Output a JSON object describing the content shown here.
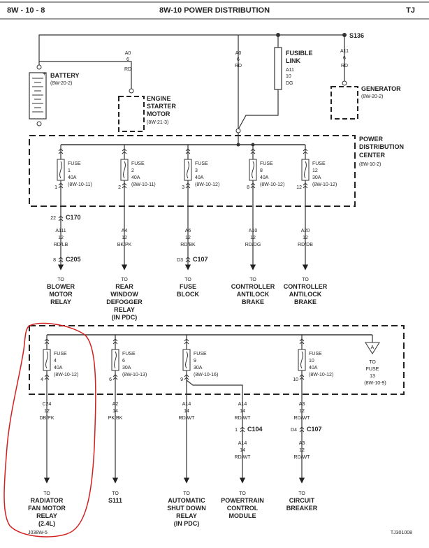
{
  "header": {
    "left": "8W - 10 - 8",
    "center": "8W-10 POWER DISTRIBUTION",
    "right": "TJ"
  },
  "footer": {
    "left": "J038W-5",
    "right": "TJ301008"
  },
  "battery": {
    "label": "BATTERY",
    "ref": "(8W-20-2)"
  },
  "starter": {
    "l1": "ENGINE",
    "l2": "STARTER",
    "l3": "MOTOR",
    "ref": "(8W-21-3)",
    "w1": "A0",
    "w2": "6",
    "w3": "RD"
  },
  "center_wire": {
    "w1": "A0",
    "w2": "6",
    "w3": "RD"
  },
  "fusible_link": {
    "l1": "FUSIBLE",
    "l2": "LINK",
    "w1": "A11",
    "w2": "10",
    "w3": "DG"
  },
  "splice": {
    "label": "S136"
  },
  "generator": {
    "label": "GENERATOR",
    "ref": "(8W-20-2)",
    "w1": "A11",
    "w2": "6",
    "w3": "RD"
  },
  "pdc": {
    "l1": "POWER",
    "l2": "DISTRIBUTION",
    "l3": "CENTER",
    "ref": "(8W-10-2)"
  },
  "top_fuses": [
    {
      "name": "FUSE",
      "num": "1",
      "amp": "40A",
      "ref": "(8W-10-11)",
      "pin": "1"
    },
    {
      "name": "FUSE",
      "num": "2",
      "amp": "40A",
      "ref": "(8W-10-11)",
      "pin": "2"
    },
    {
      "name": "FUSE",
      "num": "3",
      "amp": "40A",
      "ref": "(8W-10-12)",
      "pin": "3"
    },
    {
      "name": "FUSE",
      "num": "8",
      "amp": "40A",
      "ref": "(8W-10-12)",
      "pin": "8"
    },
    {
      "name": "FUSE",
      "num": "12",
      "amp": "30A",
      "ref": "(8W-10-12)",
      "pin": "12"
    }
  ],
  "top_wires": [
    {
      "c": "A111",
      "g": "12",
      "col": "RD/LB"
    },
    {
      "c": "A4",
      "g": "12",
      "col": "BK/PK"
    },
    {
      "c": "A6",
      "g": "12",
      "col": "RD/BK"
    },
    {
      "c": "A10",
      "g": "12",
      "col": "RD/DG"
    },
    {
      "c": "A20",
      "g": "12",
      "col": "RD/DB"
    }
  ],
  "connectors": {
    "c170": {
      "pin": "22",
      "name": "C170"
    },
    "c205": {
      "pin": "8",
      "name": "C205"
    },
    "c107a": {
      "pin": "D3",
      "name": "C107"
    },
    "c104": {
      "pin": "1",
      "name": "C104"
    },
    "c107b": {
      "pin": "D4",
      "name": "C107"
    }
  },
  "top_dest": [
    {
      "to": "TO",
      "l1": "BLOWER",
      "l2": "MOTOR",
      "l3": "RELAY",
      "l4": ""
    },
    {
      "to": "TO",
      "l1": "REAR",
      "l2": "WINDOW",
      "l3": "DEFOGGER",
      "l4": "RELAY",
      "l5": "(IN PDC)"
    },
    {
      "to": "TO",
      "l1": "FUSE",
      "l2": "BLOCK",
      "l3": "",
      "l4": ""
    },
    {
      "to": "TO",
      "l1": "CONTROLLER",
      "l2": "ANTILOCK",
      "l3": "BRAKE",
      "l4": ""
    },
    {
      "to": "TO",
      "l1": "CONTROLLER",
      "l2": "ANTILOCK",
      "l3": "BRAKE",
      "l4": ""
    }
  ],
  "bottom_fuses": [
    {
      "name": "FUSE",
      "num": "4",
      "amp": "40A",
      "ref": "(8W-10-12)",
      "pin": "4"
    },
    {
      "name": "FUSE",
      "num": "6",
      "amp": "30A",
      "ref": "(8W-10-13)",
      "pin": "6"
    },
    {
      "name": "FUSE",
      "num": "9",
      "amp": "30A",
      "ref": "(8W-10-16)",
      "pin": "9"
    },
    {
      "name": "FUSE",
      "num": "10",
      "amp": "40A",
      "ref": "(8W-10-12)",
      "pin": "10"
    }
  ],
  "fuse13": {
    "sym": "A",
    "to": "TO",
    "l1": "FUSE",
    "l2": "13",
    "ref": "(8W-10-9)"
  },
  "bottom_wires": [
    {
      "c": "C24",
      "g": "12",
      "col": "DB/PK"
    },
    {
      "c": "A2",
      "g": "14",
      "col": "PK/BK"
    },
    {
      "c": "A14",
      "g": "14",
      "col": "RD/WT"
    },
    {
      "c": "A14",
      "g": "14",
      "col": "RD/WT"
    },
    {
      "c": "A3",
      "g": "12",
      "col": "RD/WT"
    }
  ],
  "after_wires": [
    {
      "c": "A14",
      "g": "14",
      "col": "RD/WT"
    },
    {
      "c": "A3",
      "g": "12",
      "col": "RD/WT"
    }
  ],
  "bottom_dest": [
    {
      "to": "TO",
      "l1": "RADIATOR",
      "l2": "FAN MOTOR",
      "l3": "RELAY",
      "l4": "(2.4L)"
    },
    {
      "to": "TO",
      "l1": "S111",
      "l2": "",
      "l3": "",
      "l4": ""
    },
    {
      "to": "TO",
      "l1": "AUTOMATIC",
      "l2": "SHUT DOWN",
      "l3": "RELAY",
      "l4": "(IN PDC)"
    },
    {
      "to": "TO",
      "l1": "POWERTRAIN",
      "l2": "CONTROL",
      "l3": "MODULE",
      "l4": ""
    },
    {
      "to": "TO",
      "l1": "CIRCUIT",
      "l2": "BREAKER",
      "l3": "",
      "l4": ""
    }
  ],
  "colors": {
    "annotation": "#d21f1f",
    "line": "#222222"
  }
}
